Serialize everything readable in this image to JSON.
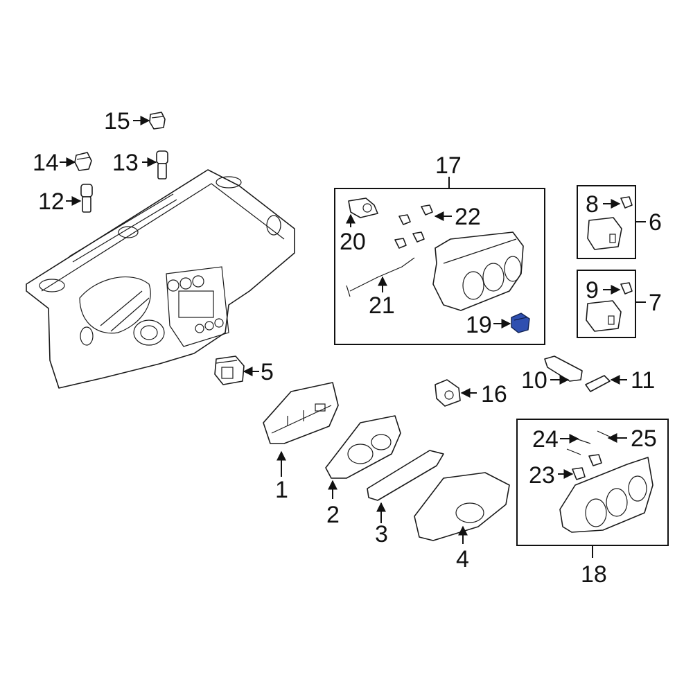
{
  "callouts": {
    "c1": "1",
    "c2": "2",
    "c3": "3",
    "c4": "4",
    "c5": "5",
    "c6": "6",
    "c7": "7",
    "c8": "8",
    "c9": "9",
    "c10": "10",
    "c11": "11",
    "c12": "12",
    "c13": "13",
    "c14": "14",
    "c15": "15",
    "c16": "16",
    "c17": "17",
    "c18": "18",
    "c19": "19",
    "c20": "20",
    "c21": "21",
    "c22": "22",
    "c23": "23",
    "c24": "24",
    "c25": "25"
  },
  "colors": {
    "line": "#1a1a1a",
    "highlight": "#2f4fb0"
  },
  "highlighted_part": "19"
}
